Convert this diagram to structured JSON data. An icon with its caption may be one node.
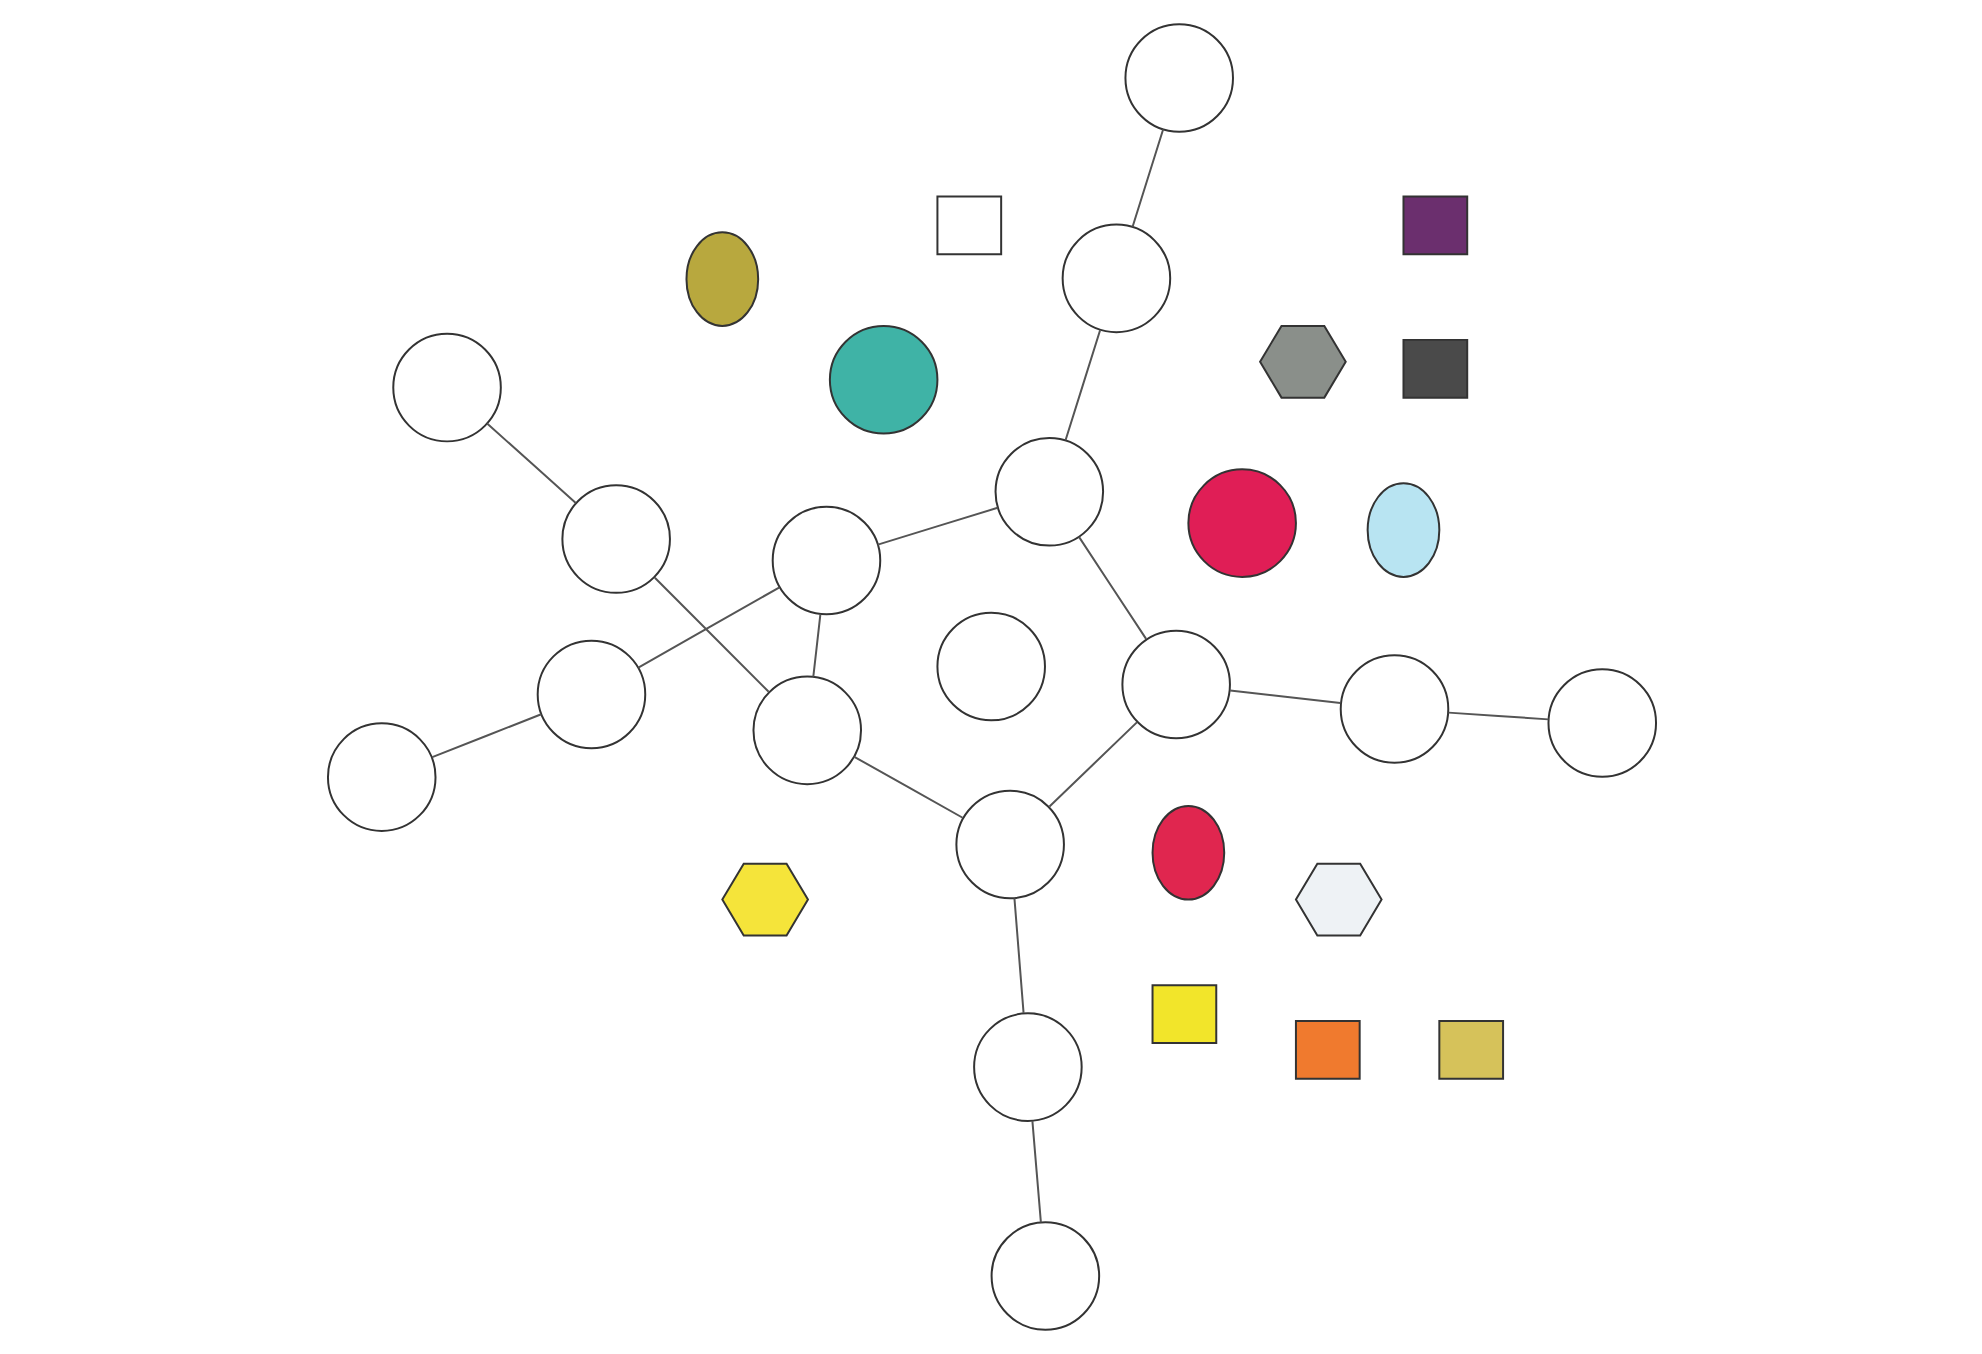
{
  "diagram": {
    "nodes": [
      {
        "text": [],
        "shape": "circle"
      },
      {
        "text": [],
        "shape": "circle"
      },
      {
        "text": [],
        "shape": "ellipse"
      },
      {
        "text": [],
        "shape": "hexagon"
      },
      {
        "text": [],
        "shape": "box"
      },
      {
        "text": [],
        "shape": "circle"
      },
      {
        "text": [],
        "shape": "box"
      },
      {
        "text": [],
        "shape": "circle"
      },
      {
        "text": [],
        "shape": "circle"
      },
      {
        "text": [],
        "shape": "circle"
      },
      {
        "text": [],
        "shape": "circle"
      },
      {
        "text": [],
        "shape": "circle"
      },
      {
        "text": [],
        "shape": "circle"
      },
      {
        "text": [],
        "shape": "circle"
      },
      {
        "text": [],
        "shape": "hexagon"
      },
      {
        "text": [],
        "shape": "box"
      },
      {
        "text": [],
        "shape": "box"
      },
      {
        "text": [],
        "shape": "circle"
      },
      {
        "text": [],
        "shape": "circle"
      },
      {
        "text": [],
        "shape": "circle"
      },
      {
        "text": [],
        "shape": "box"
      },
      {
        "text": [],
        "shape": "circle"
      },
      {
        "text": [],
        "shape": "circle"
      },
      {
        "text": [],
        "shape": "hexagon"
      },
      {
        "text": [],
        "shape": "ellipse"
      },
      {
        "text": [],
        "shape": "ellipse"
      },
      {
        "text": [],
        "shape": "circle"
      },
      {
        "text": [],
        "shape": "box"
      },
      {
        "text": [],
        "shape": "circle"
      },
      {
        "text": [],
        "shape": "circle"
      }
    ],
    "edges": [
      {
        "from": 0,
        "to": 5,
        "arrow": "none"
      },
      {
        "from": 5,
        "to": 9,
        "arrow": "none"
      },
      {
        "from": 9,
        "to": 12,
        "arrow": "none"
      },
      {
        "from": 9,
        "to": 13,
        "arrow": "none"
      },
      {
        "from": 12,
        "to": 10,
        "arrow": "none"
      },
      {
        "from": 10,
        "to": 7,
        "arrow": "none"
      },
      {
        "from": 13,
        "to": 11,
        "arrow": "none"
      },
      {
        "from": 11,
        "to": 8,
        "arrow": "none"
      },
      {
        "from": 12,
        "to": 18,
        "arrow": "none"
      },
      {
        "from": 18,
        "to": 19,
        "arrow": "none"
      },
      {
        "from": 19,
        "to": 13,
        "arrow": "none"
      },
      {
        "from": 18,
        "to": 21,
        "arrow": "none"
      },
      {
        "from": 21,
        "to": 26,
        "arrow": "none"
      },
      {
        "from": 19,
        "to": 22,
        "arrow": "none"
      },
      {
        "from": 22,
        "to": 28,
        "arrow": "none"
      }
    ]
  }
}
